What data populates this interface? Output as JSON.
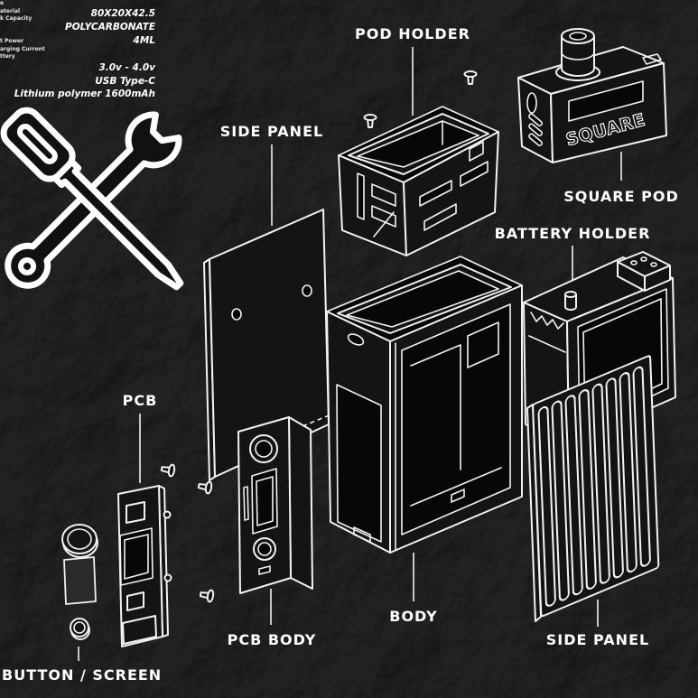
{
  "specs": {
    "row_labels": [
      "e",
      "aterial",
      "k Capacity",
      "t Power",
      "arging Current",
      "ttery"
    ],
    "values": [
      "80X20X42.5",
      "POLYCARBONATE",
      "4ML",
      "3.0v - 4.0v",
      "USB Type-C",
      "Lithium polymer 1600mAh"
    ]
  },
  "labels": {
    "pod_holder": "POD HOLDER",
    "side_panel_left": "SIDE PANEL",
    "square_pod": "SQUARE POD",
    "battery_holder": "BATTERY HOLDER",
    "pcb": "PCB",
    "pcb_body": "PCB BODY",
    "body": "BODY",
    "side_panel_right": "SIDE PANEL",
    "button_screen": "BUTTON / SCREEN"
  },
  "pod_branding": "SQUARE",
  "icons": {
    "tools": "screwdriver-wrench-icon",
    "screws": "screw-icon"
  },
  "colors": {
    "background": "#0b0b0b",
    "line_art": "#ffffff"
  }
}
